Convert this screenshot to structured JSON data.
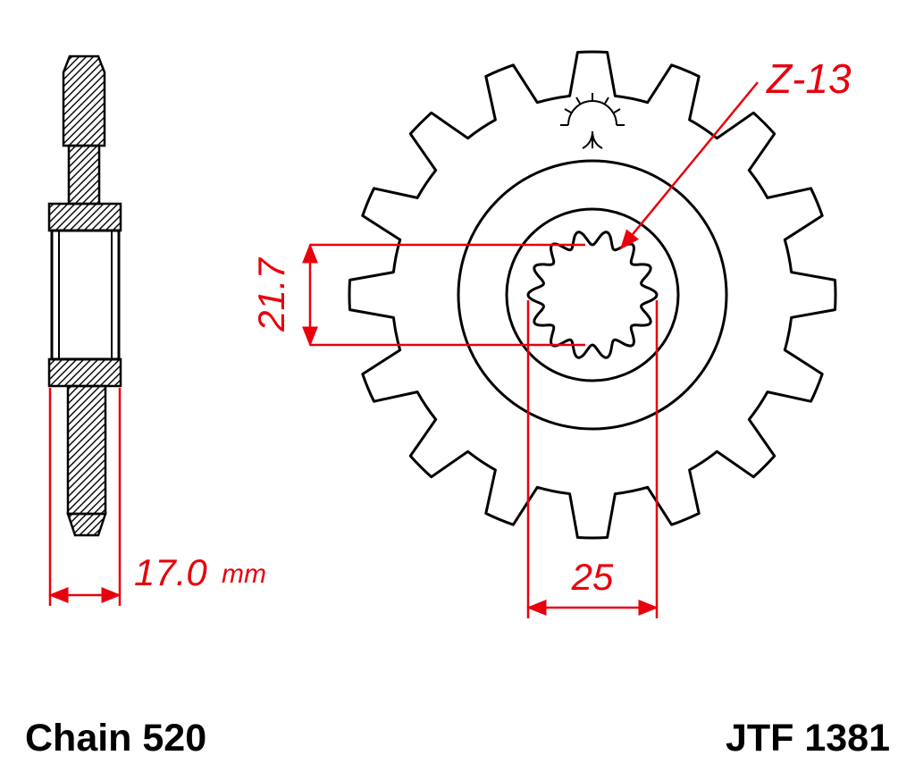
{
  "labels": {
    "teeth": "Z-13",
    "bore_height": "21.7",
    "spline_width": "25",
    "hub_width": "17.0",
    "hub_width_unit": "mm"
  },
  "footer": {
    "chain": "Chain 520",
    "part_number": "JTF 1381"
  },
  "colors": {
    "line": "#000000",
    "dimension": "#e8000d",
    "background": "#ffffff"
  }
}
